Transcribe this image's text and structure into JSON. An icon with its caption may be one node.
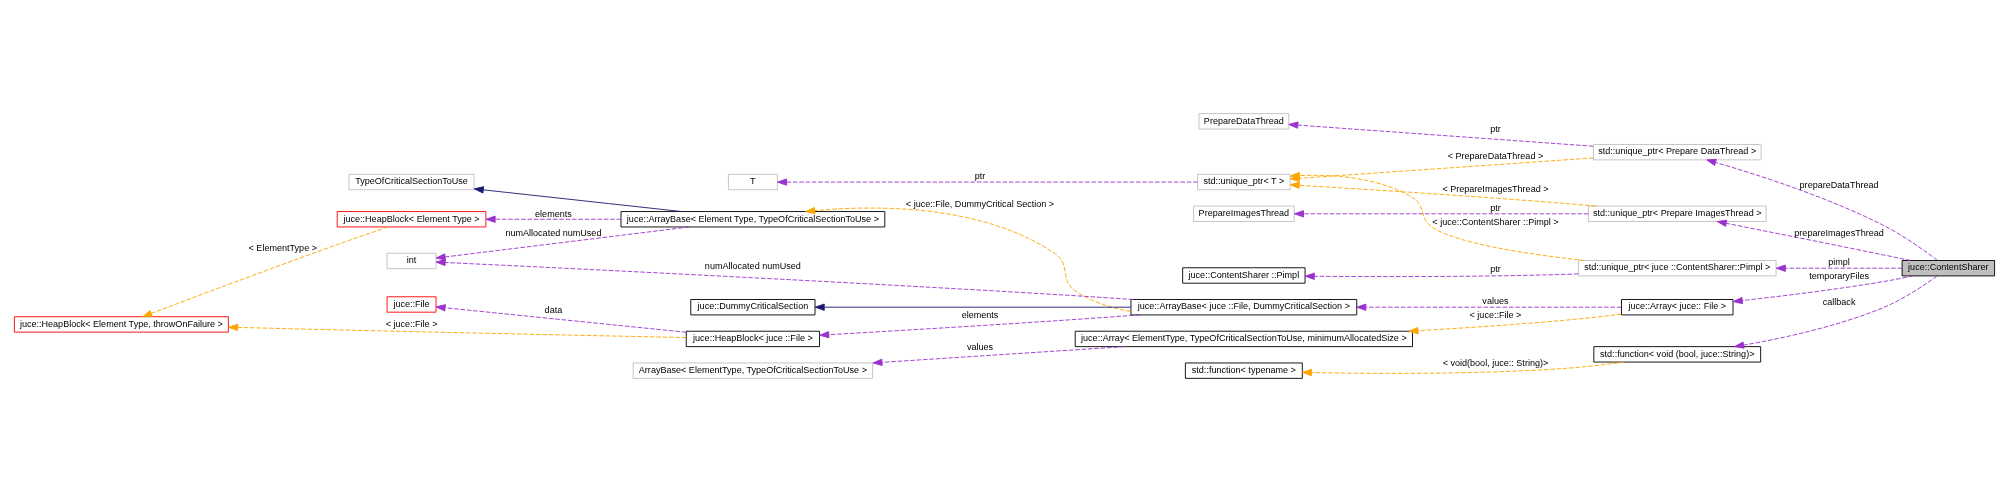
{
  "diagram": {
    "nodes": [
      {
        "text": [
          "juce::ContentSharer"
        ]
      },
      {
        "text": [
          "std::unique_ptr< Prepare ImagesThread >"
        ]
      },
      {
        "text": [
          "std::unique_ptr< Prepare DataThread >"
        ]
      },
      {
        "text": [
          "std::unique_ptr< juce ::ContentSharer::Pimpl >"
        ]
      },
      {
        "text": [
          "juce::Array< juce:: File >"
        ]
      },
      {
        "text": [
          "std::function< void (bool, juce::String)>"
        ]
      },
      {
        "text": [
          "PrepareImagesThread"
        ]
      },
      {
        "text": [
          "PrepareDataThread"
        ]
      },
      {
        "text": [
          "std::unique_ptr< T >"
        ]
      },
      {
        "text": [
          "juce::ContentSharer ::Pimpl"
        ]
      },
      {
        "text": [
          "juce::ArrayBase< juce ::File, DummyCriticalSection >"
        ]
      },
      {
        "text": [
          "juce::Array< ElementType, TypeOfCriticalSectionToUse, minimumAllocatedSize >"
        ]
      },
      {
        "text": [
          "std::function< typename >"
        ]
      },
      {
        "text": [
          "T"
        ]
      },
      {
        "text": [
          "juce::ArrayBase< Element Type, TypeOfCriticalSectionToUse >"
        ]
      },
      {
        "text": [
          "juce::DummyCriticalSection"
        ]
      },
      {
        "text": [
          "int"
        ]
      },
      {
        "text": [
          "juce::HeapBlock< juce ::File >"
        ]
      },
      {
        "text": [
          "ArrayBase< ElementType, TypeOfCriticalSectionToUse >"
        ]
      },
      {
        "text": [
          "TypeOfCriticalSectionToUse"
        ]
      },
      {
        "text": [
          "juce::HeapBlock< Element Type >"
        ]
      },
      {
        "text": [
          "juce::HeapBlock< Element Type, throwOnFailure >"
        ]
      },
      {
        "text": [
          "juce::File"
        ]
      }
    ],
    "edges": [
      {
        "from": 0,
        "to": 1,
        "arrow": "to",
        "label": "prepareImagesThread",
        "style": "dashed"
      },
      {
        "from": 0,
        "to": 2,
        "arrow": "to",
        "label": "prepareDataThread",
        "style": "dashed"
      },
      {
        "from": 0,
        "to": 3,
        "arrow": "to",
        "label": "pimpl",
        "style": "dashed"
      },
      {
        "from": 0,
        "to": 4,
        "arrow": "to",
        "label": "temporaryFiles",
        "style": "dashed"
      },
      {
        "from": 0,
        "to": 5,
        "arrow": "to",
        "label": "callback",
        "style": "dashed"
      },
      {
        "from": 1,
        "to": 6,
        "arrow": "to",
        "label": "ptr",
        "style": "dashed"
      },
      {
        "from": 1,
        "to": 8,
        "arrow": "to",
        "label": "< PrepareImagesThread >",
        "style": "dashed",
        "color": "#ffa500"
      },
      {
        "from": 2,
        "to": 7,
        "arrow": "to",
        "label": "ptr",
        "style": "dashed"
      },
      {
        "from": 2,
        "to": 8,
        "arrow": "to",
        "label": "< PrepareDataThread >",
        "style": "dashed",
        "color": "#ffa500"
      },
      {
        "from": 3,
        "to": 8,
        "arrow": "to",
        "label": "< juce::ContentSharer ::Pimpl >",
        "style": "dashed",
        "color": "#ffa500"
      },
      {
        "from": 3,
        "to": 9,
        "arrow": "to",
        "label": "ptr",
        "style": "dashed"
      },
      {
        "from": 8,
        "to": 13,
        "arrow": "to",
        "label": "ptr",
        "style": "dashed"
      },
      {
        "from": 4,
        "to": 10,
        "arrow": "to",
        "label": "values",
        "style": "dashed"
      },
      {
        "from": 4,
        "to": 11,
        "arrow": "to",
        "label": "< juce::File >",
        "style": "dashed",
        "color": "#ffa500"
      },
      {
        "from": 5,
        "to": 12,
        "arrow": "to",
        "label": "< void(bool, juce:: String)>",
        "style": "dashed",
        "color": "#ffa500"
      },
      {
        "from": 10,
        "to": 14,
        "arrow": "to",
        "label": "< juce::File, DummyCritical Section >",
        "style": "dashed",
        "color": "#ffa500"
      },
      {
        "from": 10,
        "to": 15,
        "arrow": "to",
        "color": "#191970"
      },
      {
        "from": 10,
        "to": 16,
        "arrow": "to",
        "label": "numAllocated numUsed",
        "style": "dashed"
      },
      {
        "from": 10,
        "to": 17,
        "arrow": "to",
        "label": "elements",
        "style": "dashed"
      },
      {
        "from": 11,
        "to": 18,
        "arrow": "to",
        "label": "values",
        "style": "dashed"
      },
      {
        "from": 14,
        "to": 19,
        "arrow": "to",
        "color": "#191970"
      },
      {
        "from": 14,
        "to": 20,
        "arrow": "to",
        "label": "elements",
        "style": "dashed"
      },
      {
        "from": 14,
        "to": 16,
        "arrow": "to",
        "label": "numAllocated numUsed",
        "style": "dashed"
      },
      {
        "from": 17,
        "to": 21,
        "arrow": "to",
        "label": "< juce::File >",
        "style": "dashed",
        "color": "#ffa500"
      },
      {
        "from": 17,
        "to": 22,
        "arrow": "to",
        "label": "data",
        "style": "dashed"
      },
      {
        "from": 20,
        "to": 21,
        "arrow": "to",
        "label": "< ElementType >",
        "style": "dashed",
        "color": "#ffa500"
      }
    ]
  }
}
